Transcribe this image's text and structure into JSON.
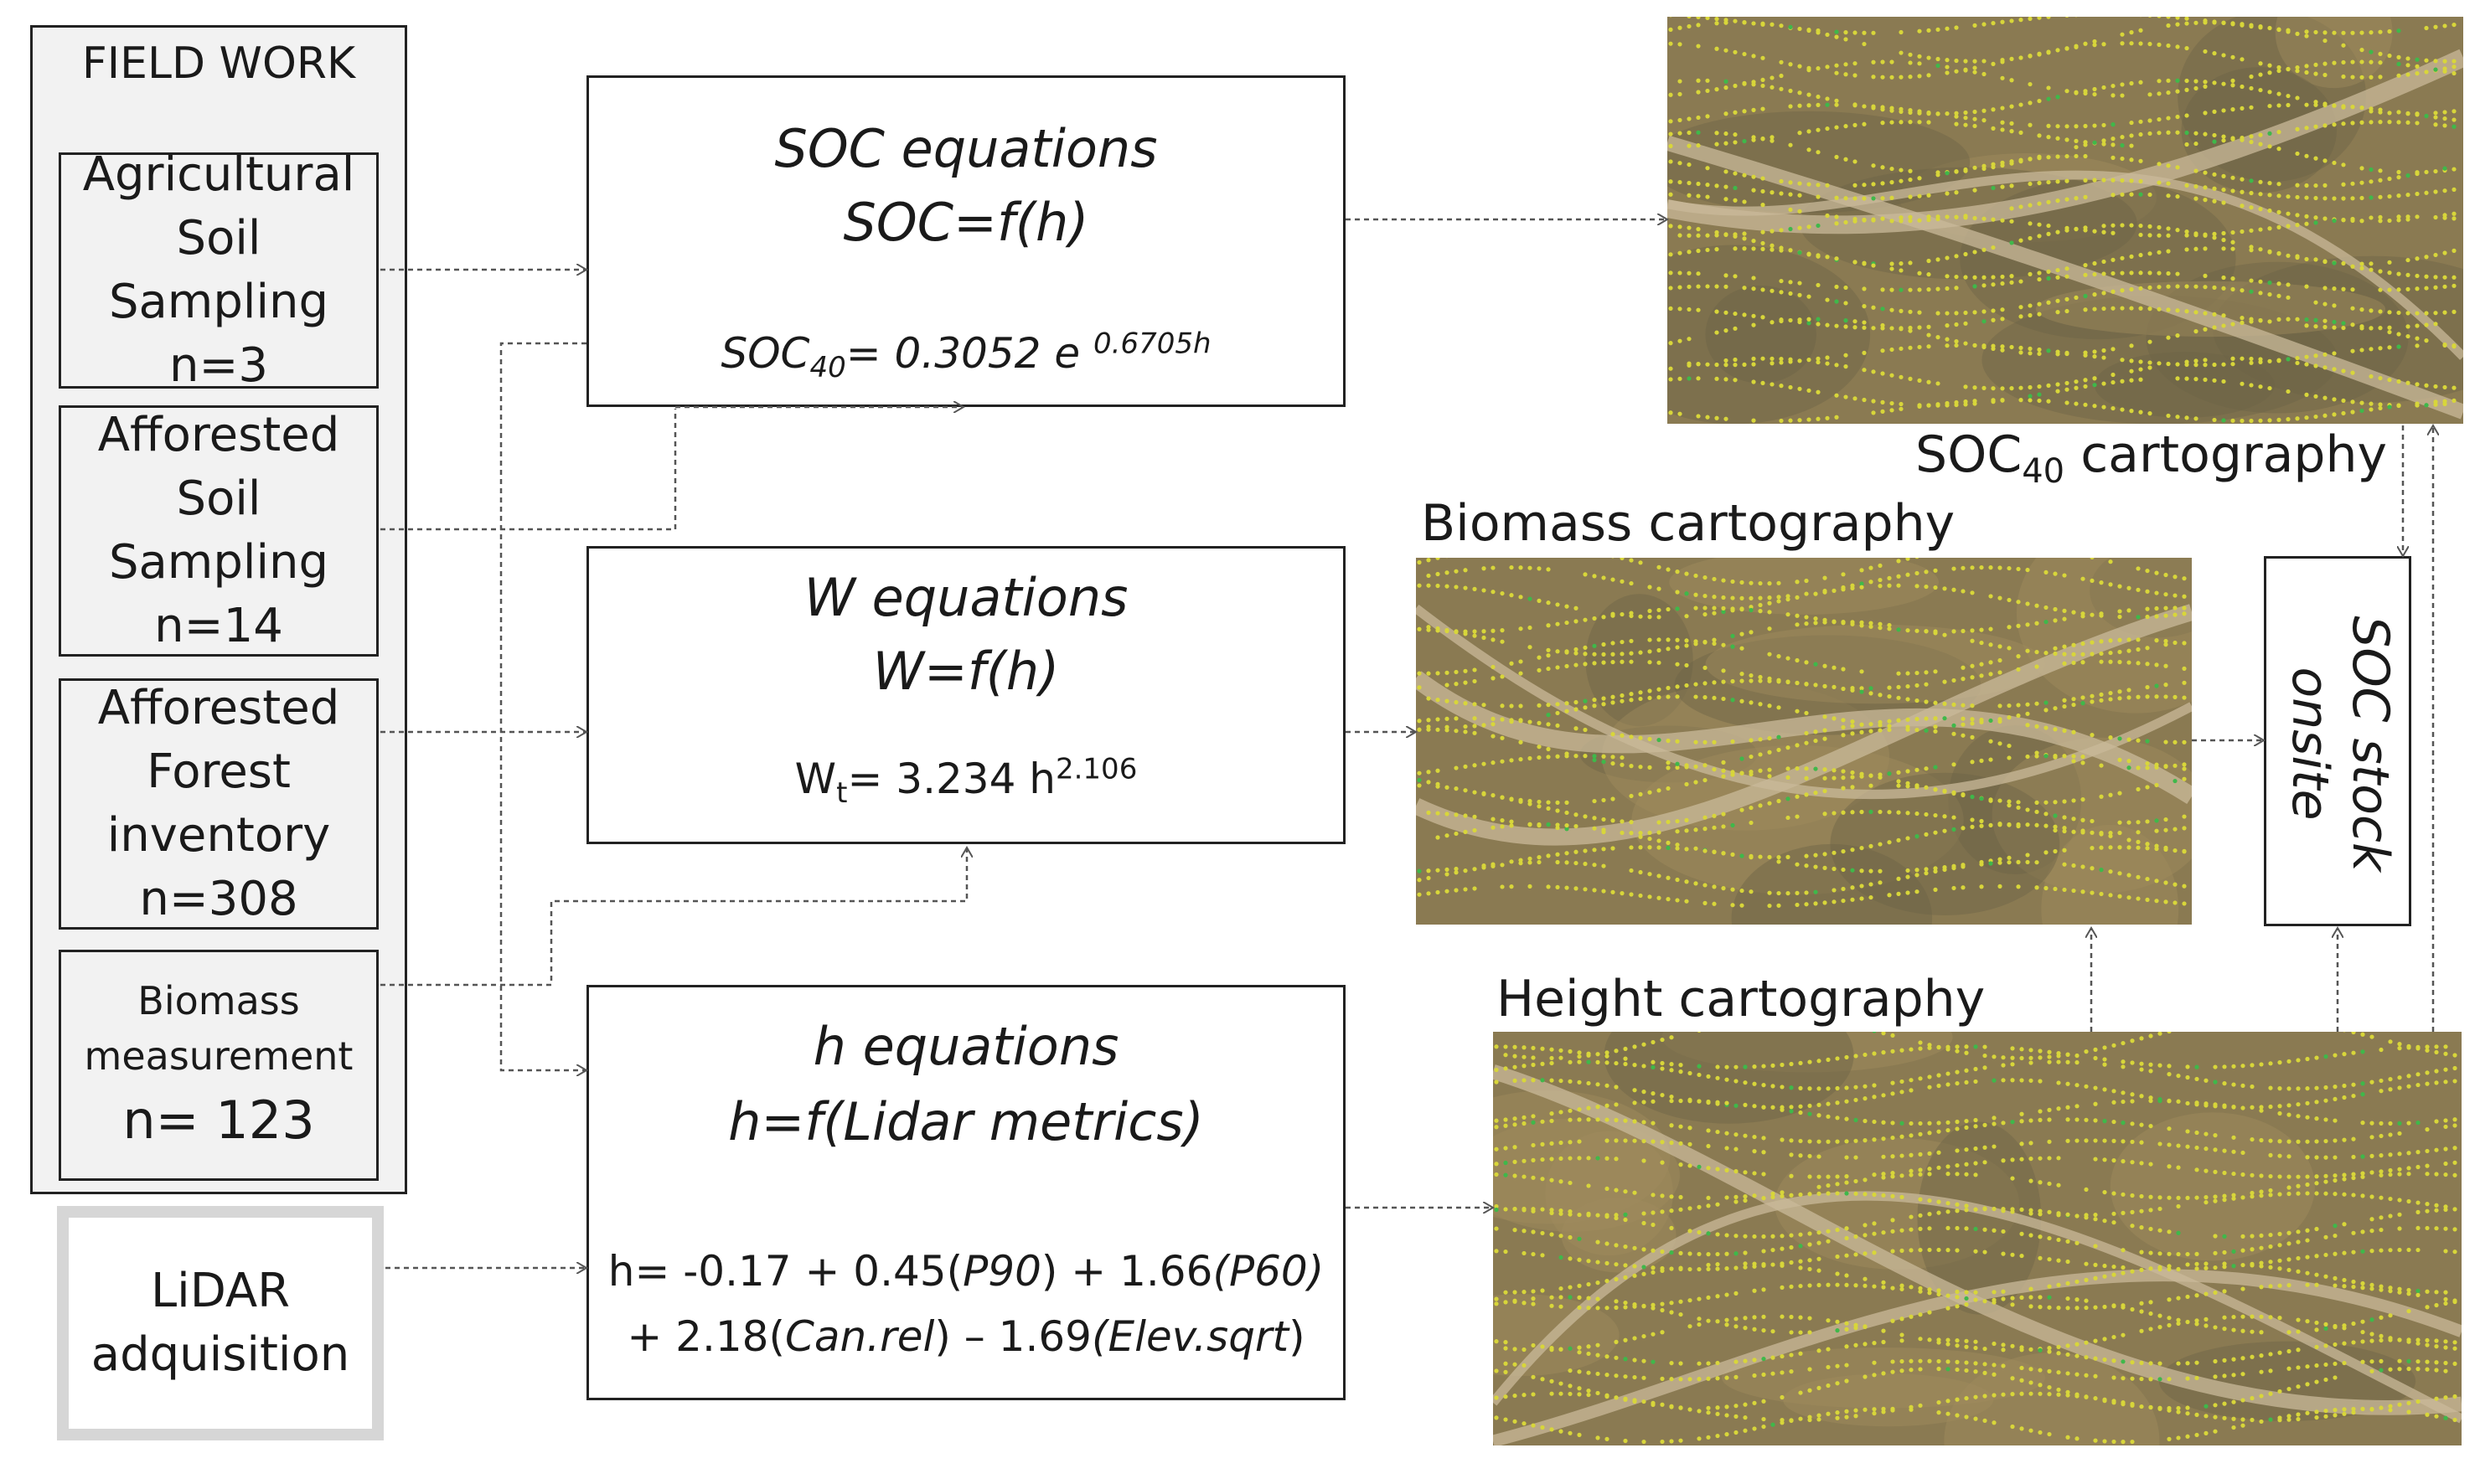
{
  "field_work": {
    "title": "FIELD WORK",
    "agricultural": [
      "Agricultural",
      "Soil",
      "Sampling",
      "n=3"
    ],
    "afforested_soil": [
      "Afforested",
      "Soil",
      "Sampling",
      "n=14"
    ],
    "afforested_forest": [
      "Afforested",
      "Forest",
      "inventory",
      "n=308"
    ],
    "biomass": [
      "Biomass",
      "measurement",
      "n= 123"
    ]
  },
  "lidar": [
    "LiDAR",
    "adquisition"
  ],
  "soc_eq": {
    "title1": "SOC equations",
    "title2": "SOC=f(h)",
    "f_lhs": "SOC",
    "f_sub": "40",
    "f_mid": "= 0.3052 e ",
    "f_sup": "0.6705h"
  },
  "w_eq": {
    "title1": "W equations",
    "title2": "W=f(h)",
    "f_lhs": "W",
    "f_sub": "t",
    "f_mid": "= 3.234 h",
    "f_sup": "2.106"
  },
  "h_eq": {
    "title1": "h equations",
    "title2": "h=f(Lidar metrics)",
    "l1_a": "h= -0.17 + 0.45(",
    "l1_b": "P90",
    "l1_c": ") + 1.66",
    "l1_d": "(P60)",
    "l2_a": "+ 2.18(",
    "l2_b": "Can.rel",
    "l2_c": ") – 1.69",
    "l2_d": "(Elev.sqrt",
    "l2_e": ")"
  },
  "captions": {
    "soc_a": "SOC",
    "soc_sub": "40",
    "soc_b": " cartography",
    "biomass": "Biomass cartography",
    "height": "Height cartography"
  },
  "stock": {
    "line1": "SOC stock",
    "line2": "onsite"
  },
  "colors": {
    "terrain": "#8a7a52",
    "tree_yellow": "#d8d63a",
    "tree_green": "#3fb84a",
    "path": "#c9b99a",
    "arrow": "#555555"
  }
}
